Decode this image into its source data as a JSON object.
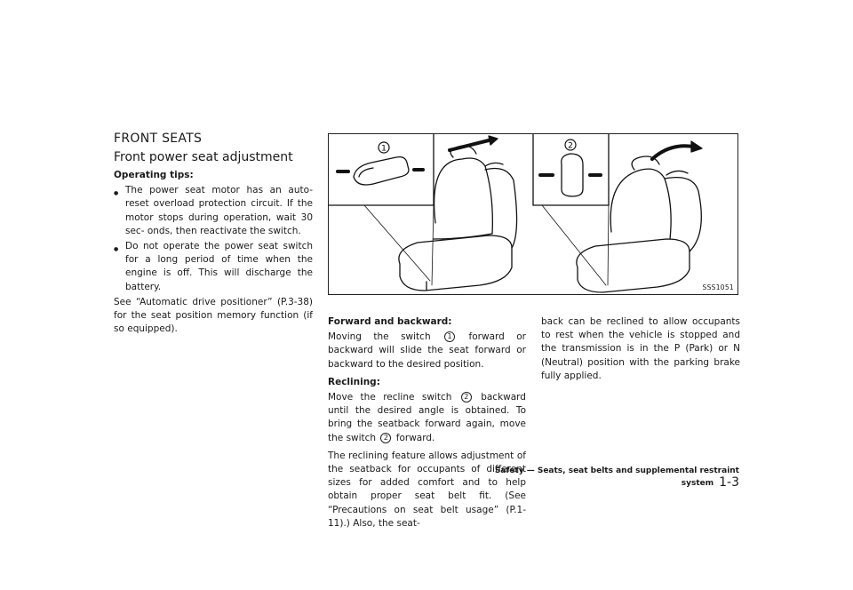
{
  "section_title": "FRONT SEATS",
  "subsection_title": "Front power seat adjustment",
  "tips_heading": "Operating tips:",
  "tips": [
    "The power seat motor has an auto-reset overload protection circuit. If the motor stops during operation, wait 30 sec- onds, then reactivate the switch.",
    "Do not operate the power seat switch for a long period of time when the engine is off. This will discharge the battery."
  ],
  "see_note": "See “Automatic drive positioner” (P.3-38) for the seat position memory function (if so equipped).",
  "figure": {
    "code": "SSS1051",
    "callout_1": "1",
    "callout_2": "2"
  },
  "forward": {
    "heading": "Forward and backward:",
    "text_a": "Moving the switch",
    "num": "1",
    "text_b": "forward or backward will slide the seat forward or backward to the desired position."
  },
  "recline": {
    "heading": "Reclining:",
    "text_a": "Move the recline switch",
    "num_a": "2",
    "text_b": "backward until the desired angle is obtained. To bring the seatback forward again, move the switch",
    "num_b": "2",
    "text_c": "forward.",
    "para2": "The reclining feature allows adjustment of the seatback for occupants of different sizes for added comfort and to help obtain proper seat belt fit. (See “Precautions on seat belt usage” (P.1-11).) Also, the seat-",
    "continued": "back can be reclined to allow occupants to rest when the vehicle is stopped and the transmission is in the P (Park) or N (Neutral) position with the parking brake fully applied."
  },
  "footer": {
    "chapter": "Safety — Seats, seat belts and supplemental restraint system",
    "page": "1-3"
  },
  "bullet_glyph": "●"
}
